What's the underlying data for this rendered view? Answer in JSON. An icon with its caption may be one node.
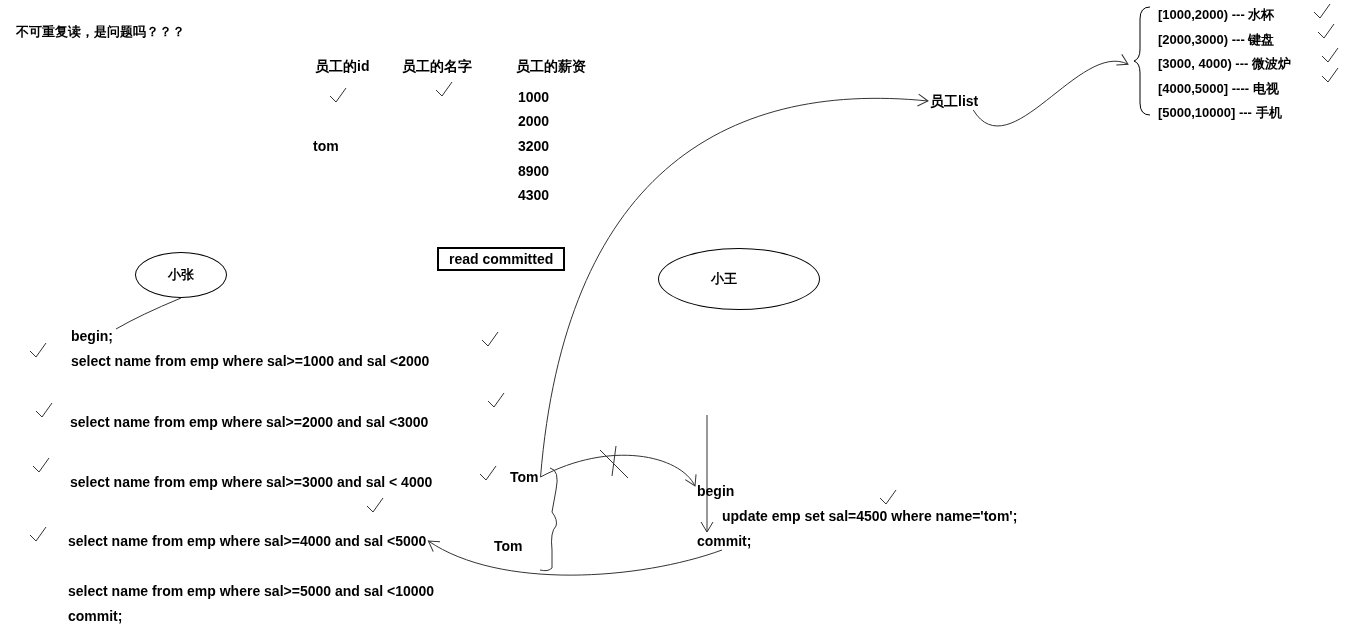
{
  "diagram": {
    "title": "不可重复读，是问题吗？？？",
    "nodes": [
      {
        "text": [
          "小张"
        ]
      },
      {
        "text": [
          "小王"
        ]
      },
      {
        "text": [
          "read committed"
        ]
      },
      {
        "text": [
          "begin;"
        ]
      },
      {
        "text": [
          "select name from emp where sal>=1000 and sal <2000"
        ]
      },
      {
        "text": [
          "select name from emp where sal>=2000 and sal <3000"
        ]
      },
      {
        "text": [
          "select name from emp where sal>=3000 and sal < 4000"
        ]
      },
      {
        "text": [
          "select name from emp where sal>=4000 and sal <5000"
        ]
      },
      {
        "text": [
          "select name from emp where sal>=5000 and sal <10000"
        ]
      },
      {
        "text": [
          "commit;"
        ]
      },
      {
        "text": [
          "Tom"
        ]
      },
      {
        "text": [
          "begin"
        ]
      },
      {
        "text": [
          "update emp set sal=4500 where name='tom';"
        ]
      },
      {
        "text": [
          "commit;"
        ]
      },
      {
        "text": [
          "员工list"
        ]
      },
      {
        "text": [
          "[1000,2000) --- 水杯",
          "[2000,3000) --- 键盘",
          "[3000, 4000) --- 微波炉",
          "[4000,5000] ---- 电视",
          "[5000,10000] --- 手机"
        ]
      }
    ],
    "edges": [
      {
        "from": 0,
        "to": 3,
        "arrow": "none"
      },
      {
        "from": 10,
        "to": 11,
        "arrow": "to"
      },
      {
        "from": 13,
        "to": 7,
        "arrow": "to",
        "label": "Tom"
      },
      {
        "from": 10,
        "to": 14,
        "arrow": "to"
      },
      {
        "from": 14,
        "to": 15,
        "arrow": "to"
      },
      {
        "from": null,
        "to": 13,
        "arrow": "to"
      }
    ],
    "labels": [
      "员工的id",
      "员工的名字",
      "员工的薪资",
      "1000",
      "2000",
      "tom",
      "3200",
      "8900",
      "4300"
    ]
  }
}
